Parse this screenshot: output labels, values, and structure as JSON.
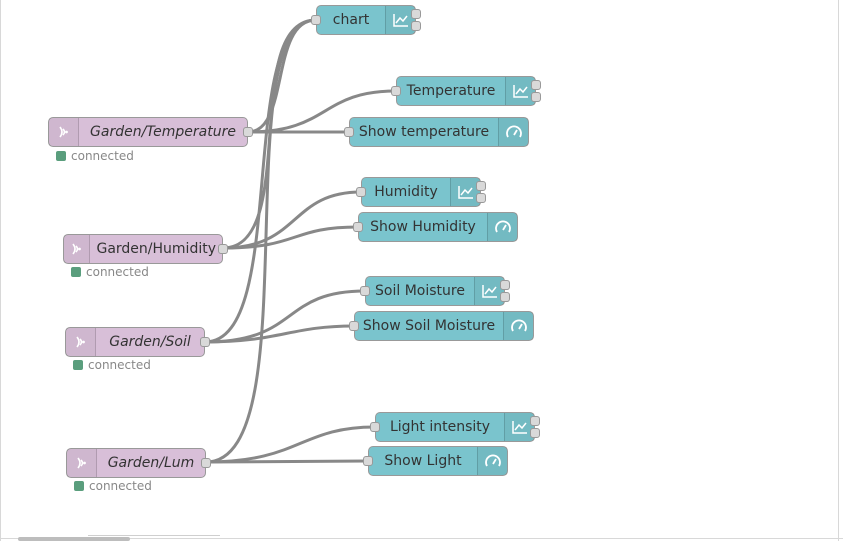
{
  "inputs": [
    {
      "label": "Garden/Temperature",
      "status": "connected"
    },
    {
      "label": "Garden/Humidity",
      "status": "connected"
    },
    {
      "label": "Garden/Soil",
      "status": "connected"
    },
    {
      "label": "Garden/Lum",
      "status": "connected"
    }
  ],
  "outputs": {
    "chart": "chart",
    "temperature_chart": "Temperature",
    "temperature_gauge": "Show temperature",
    "humidity_chart": "Humidity",
    "humidity_gauge": "Show Humidity",
    "soil_chart": "Soil Moisture",
    "soil_gauge": "Show Soil Moisture",
    "light_chart": "Light intensity",
    "light_gauge": "Show Light"
  },
  "icons": {
    "input": "mqtt-wave-icon",
    "chart": "line-chart-icon",
    "gauge": "gauge-icon"
  },
  "colors": {
    "mqtt_node": "#d8bfd8",
    "dashboard_node": "#7ac4cd",
    "wire": "#888888",
    "status_connected": "#5a9e7d"
  }
}
